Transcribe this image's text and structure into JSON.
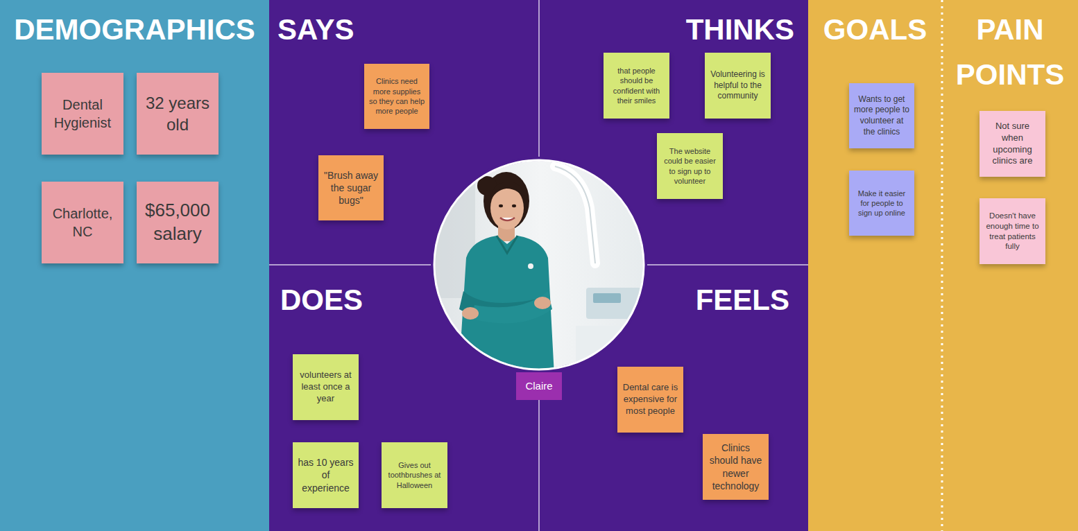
{
  "diagram": {
    "nodes": [
      {
        "text": [
          "DEMOGRAPHICS"
        ]
      },
      {
        "text": [
          "Dental Hygienist"
        ],
        "in": 0
      },
      {
        "text": [
          "32 years old"
        ],
        "in": 0
      },
      {
        "text": [
          "Charlotte, NC"
        ],
        "in": 0
      },
      {
        "text": [
          "$65,000 salary"
        ],
        "in": 0
      },
      {
        "text": [
          "SAYS"
        ]
      },
      {
        "text": [
          "Clinics need more supplies so they can help more people"
        ],
        "in": 5
      },
      {
        "text": [
          "\"Brush away the sugar bugs\""
        ],
        "in": 5
      },
      {
        "text": [
          "THINKS"
        ]
      },
      {
        "text": [
          "that people should be confident with their smiles"
        ],
        "in": 8
      },
      {
        "text": [
          "Volunteering is helpful to the community"
        ],
        "in": 8
      },
      {
        "text": [
          "The website could be easier to sign up to volunteer"
        ],
        "in": 8
      },
      {
        "text": [
          "DOES"
        ]
      },
      {
        "text": [
          "volunteers at least once a year"
        ],
        "in": 12
      },
      {
        "text": [
          "has 10 years of experience"
        ],
        "in": 12
      },
      {
        "text": [
          "Gives out toothbrushes at Halloween"
        ],
        "in": 12
      },
      {
        "text": [
          "FEELS"
        ]
      },
      {
        "text": [
          "Dental care is expensive for most people"
        ],
        "in": 16
      },
      {
        "text": [
          "Clinics should have newer technology"
        ],
        "in": 16
      },
      {
        "text": [
          "Claire"
        ]
      },
      {
        "text": [
          "GOALS"
        ]
      },
      {
        "text": [
          "Wants to get more people to volunteer at the clinics"
        ],
        "in": 20
      },
      {
        "text": [
          "Make it easier for people to sign up online"
        ],
        "in": 20
      },
      {
        "text": [
          "PAIN POINTS"
        ]
      },
      {
        "text": [
          "Not sure when upcoming clinics are"
        ],
        "in": 23
      },
      {
        "text": [
          "Doesn't have enough time to treat patients fully"
        ],
        "in": 23
      }
    ]
  }
}
